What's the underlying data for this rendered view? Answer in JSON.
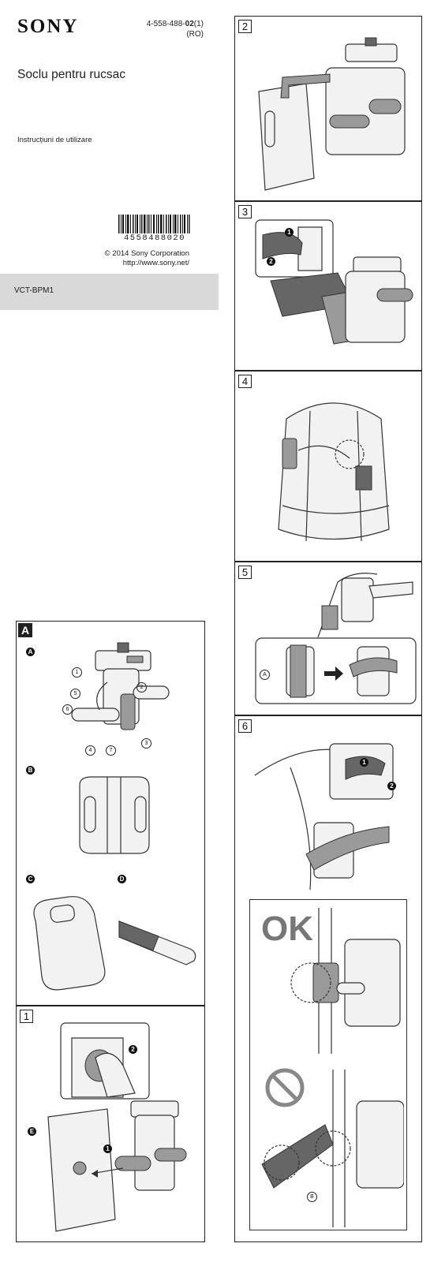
{
  "header": {
    "brand": "SONY",
    "part_number_prefix": "4-558-488-",
    "part_number_bold": "02",
    "part_number_suffix": "(1)",
    "region": "(RO)"
  },
  "title": "Soclu pentru rucsac",
  "subtitle": "Instrucțiuni de utilizare",
  "barcode_number": "4558488020",
  "copyright": "© 2014  Sony Corporation",
  "website": "http://www.sony.net/",
  "model": "VCT-BPM1",
  "section_a": {
    "label": "A",
    "parts": {
      "a": "A",
      "b": "B",
      "c": "C",
      "d": "D",
      "callouts": [
        "1",
        "2",
        "3",
        "4",
        "5",
        "6",
        "7"
      ]
    }
  },
  "steps": {
    "s1": {
      "number": "1",
      "callouts": [
        "E",
        "1",
        "2"
      ]
    },
    "s2": {
      "number": "2"
    },
    "s3": {
      "number": "3",
      "callouts": [
        "1",
        "2"
      ]
    },
    "s4": {
      "number": "4"
    },
    "s5": {
      "number": "5",
      "callouts": [
        "A"
      ]
    },
    "s6": {
      "number": "6",
      "callouts": [
        "1",
        "2",
        "B"
      ],
      "ok_label": "OK"
    }
  },
  "icons": [
    "barcode-icon",
    "prohibited-icon",
    "arrow-icon"
  ]
}
